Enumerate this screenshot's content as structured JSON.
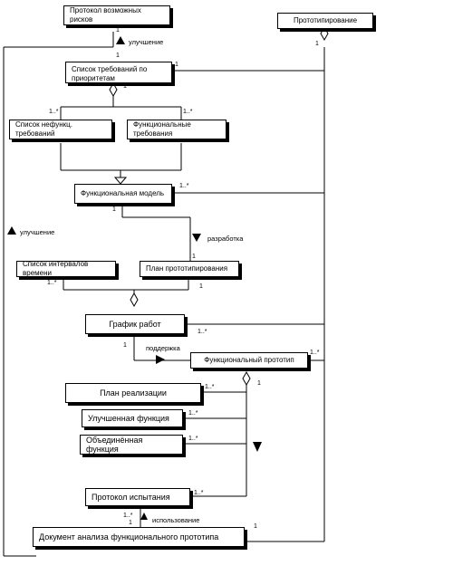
{
  "boxes": {
    "risk_protocol": "Протокол возможных рисков",
    "prototyping": "Прототипирование",
    "requirements_list": "Список требований по приоритетам",
    "nonfunc_list": "Список нефункц. требований",
    "func_requirements": "Функциональные требования",
    "func_model": "Функциональная модель",
    "time_intervals": "Список интервалов времени",
    "prototyping_plan": "План прототипирования",
    "schedule": "График работ",
    "func_prototype": "Функциональный прототип",
    "impl_plan": "План реализации",
    "improved_function": "Улучшенная функция",
    "merged_function": "Объединённая функция",
    "test_protocol": "Протокол испытания",
    "analysis_document": "Документ анализа функционального прототипа"
  },
  "labels": {
    "improvement_top": "улучшение",
    "improvement_left": "улучшение",
    "development": "разработка",
    "support": "поддержка",
    "usage": "использование"
  },
  "multiplicities": {
    "m_risk_one": "1",
    "m_req_top": "1",
    "m_req_right": "1",
    "m_proto_one": "1",
    "m_req_bottom": "1",
    "m_nonfunc": "1..*",
    "m_func": "1..*",
    "m_model_right": "1..*",
    "m_model_bottom": "1",
    "m_plan_one": "1",
    "m_intervals": "1..*",
    "m_plan_bottom": "1",
    "m_sched_right": "1..*",
    "m_sched_bottom": "1",
    "m_fp_right": "1..*",
    "m_fp_bottom": "1",
    "m_impl": "1..*",
    "m_improved": "1..*",
    "m_merged": "1..*",
    "m_test": "1..*",
    "m_doc_top": "1..*",
    "m_doc_1": "1",
    "m_doc_right": "1"
  }
}
